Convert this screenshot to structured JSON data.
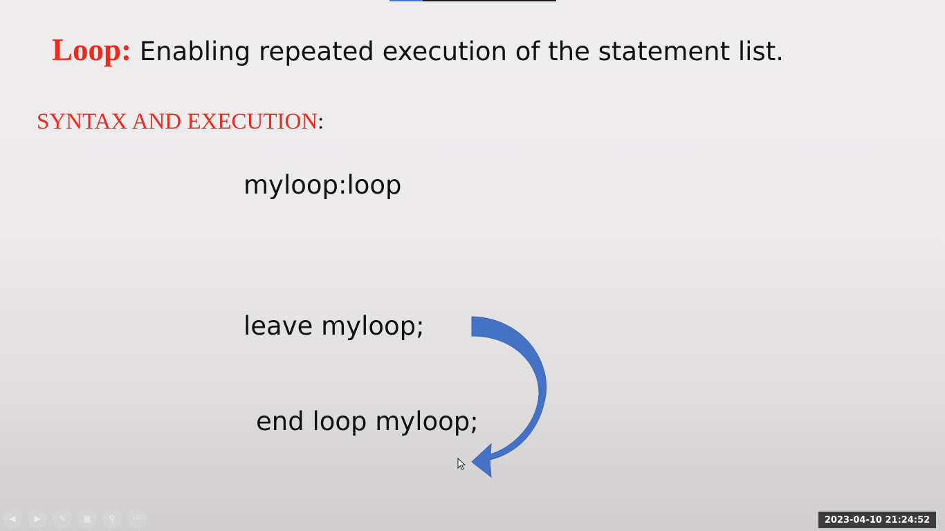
{
  "slide": {
    "title_keyword": "Loop:",
    "title_text": " Enabling repeated execution of the statement list.",
    "section_heading": "SYNTAX AND EXECUTION",
    "section_heading_suffix": ":",
    "code_lines": [
      "myloop:loop",
      "leave myloop;",
      "end loop myloop;"
    ]
  },
  "player": {
    "progress_percent": 20,
    "toolbar_icons": [
      "previous-icon",
      "next-icon",
      "pen-icon",
      "pointer-tools-icon",
      "zoom-icon",
      "more-options-icon"
    ]
  },
  "overlay": {
    "timestamp": "2023-04-10  21:24:52"
  },
  "colors": {
    "keyword_red": "#ee2a1b",
    "arrow_blue": "#4472c4",
    "progress_blue": "#3a7bd5"
  }
}
